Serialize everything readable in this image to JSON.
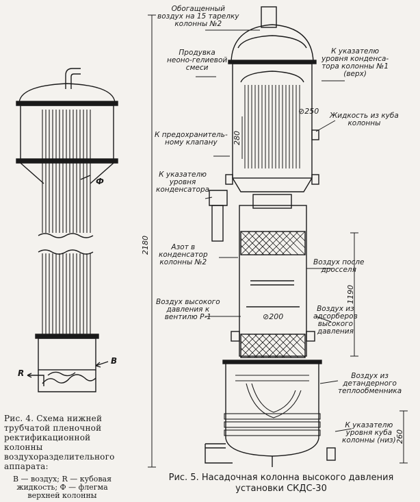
{
  "fig4": {
    "caption": "Рис. 4. Схема нижней трубчатой пленочной ректификационной колонны воздухоразделительного аппарата:",
    "legend": "B — воздух; R — кубовая жидкость; Ф — флегма верхней колонны",
    "labels": {
      "phi": "Ф",
      "r": "R",
      "b": "B"
    }
  },
  "fig5": {
    "caption": "Рис. 5. Насадочная колонна высокого давления установки СКДС-30",
    "annotations": [
      "Обогащенный\nвоздух на 15 тарелку\nколонны №2",
      "Продувка\nнеоно-гелиевой\nсмеси",
      "К указателю\nуровня конденса-\nтора колонны №1\n(верх)",
      "Жидкость из куба\nколонны",
      "К предохранитель-\nному клапану",
      "К указателю\nуровня\nконденсатора",
      "Азот в\nконденсатор\nколонны №2",
      "Воздух после\nдросселя",
      "Воздух высокого\nдавления к\nвентилю Р-1",
      "Воздух из\nадсорберов\nвысокого\nдавления",
      "Воздух из\nдетандерного\nтеплообменника",
      "К указателю\nуровня куба\nколонны (низ)"
    ],
    "dimensions": {
      "total_height": "2180",
      "tube_bundle": "280",
      "tube_top": "⊘250",
      "packing_height": "1190",
      "diameter": "⊘200",
      "bottom_height": "260"
    }
  }
}
